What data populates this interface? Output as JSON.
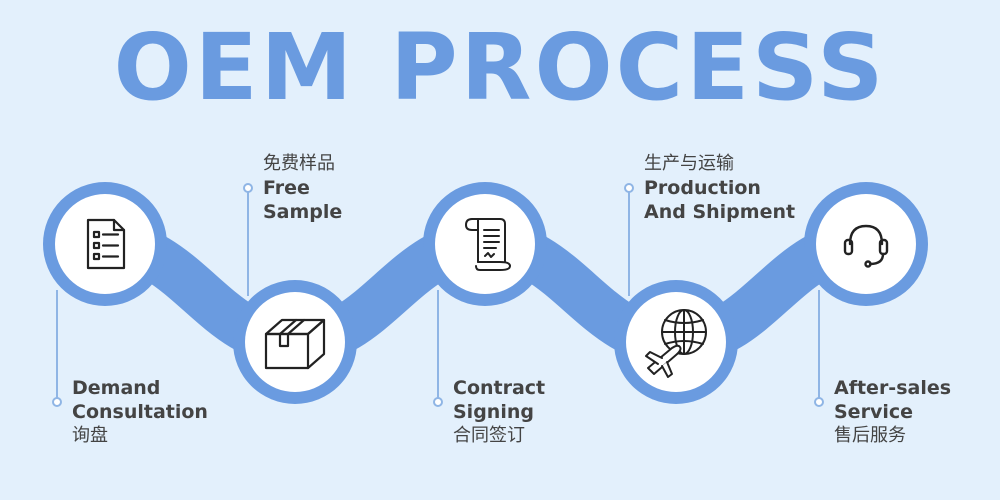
{
  "title": "OEM PROCESS",
  "colors": {
    "background": "#e3f0fc",
    "accent": "#6a9be0",
    "text": "#444444",
    "line": "#8fb5e5"
  },
  "steps": [
    {
      "en": "Demand\nConsultation",
      "zh": "询盘",
      "icon": "document-list-icon",
      "zh_first": false
    },
    {
      "en": "Free\nSample",
      "zh": "免费样品",
      "icon": "package-box-icon",
      "zh_first": true
    },
    {
      "en": "Contract\nSigning",
      "zh": "合同签订",
      "icon": "contract-scroll-icon",
      "zh_first": false
    },
    {
      "en": "Production\nAnd Shipment",
      "zh": "生产与运输",
      "icon": "globe-airplane-icon",
      "zh_first": true
    },
    {
      "en": "After-sales\nService",
      "zh": "售后服务",
      "icon": "headset-icon",
      "zh_first": false
    }
  ]
}
